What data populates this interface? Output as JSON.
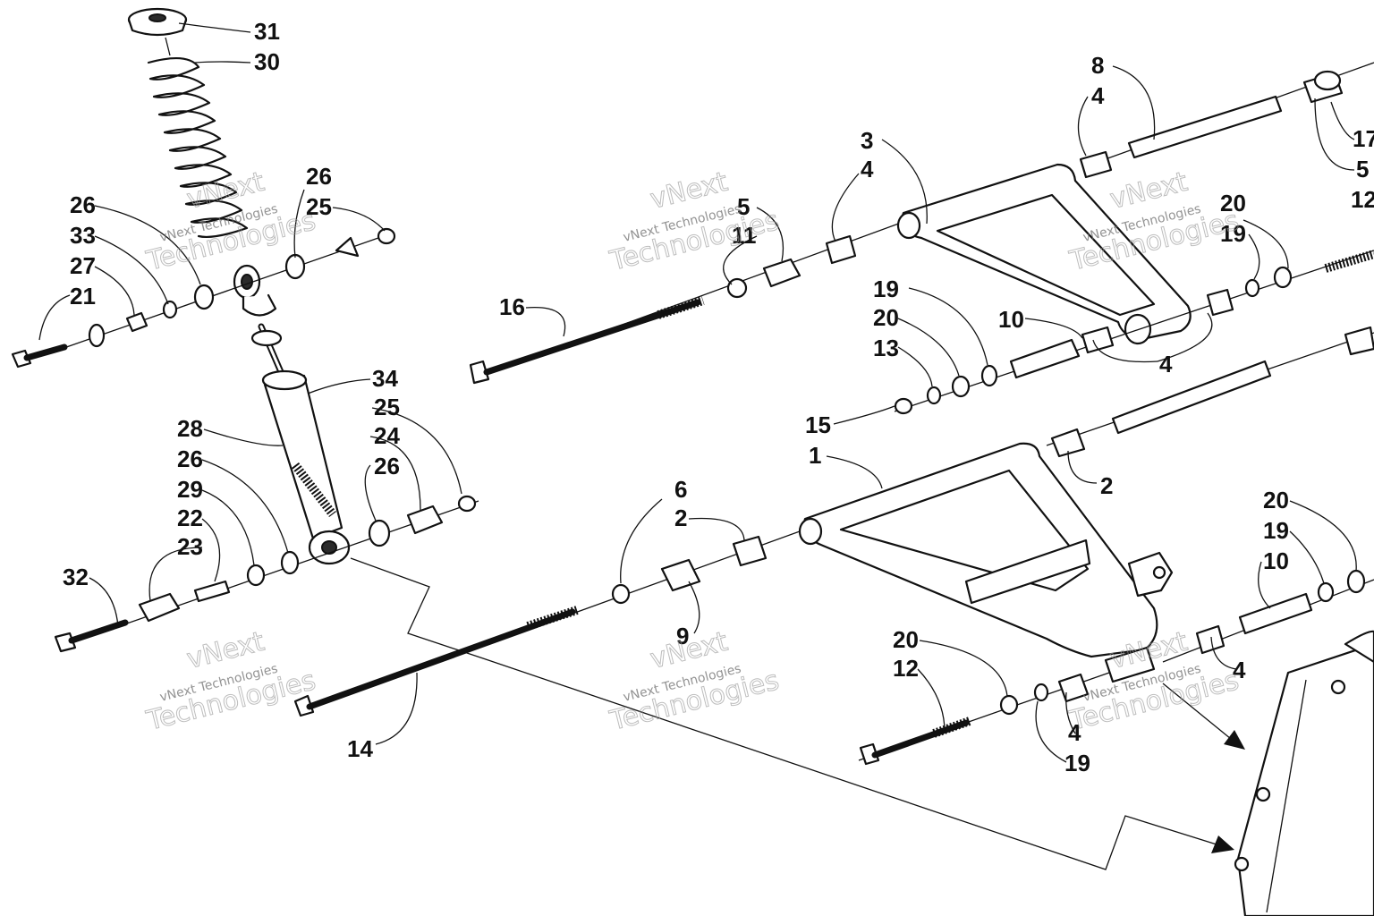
{
  "diagram": {
    "callouts": {
      "c31": "31",
      "c30": "30",
      "c26a": "26",
      "c25a": "25",
      "c26b": "26",
      "c33": "33",
      "c27": "27",
      "c21": "21",
      "c34": "34",
      "c28": "28",
      "c25b": "25",
      "c26c": "26",
      "c24": "24",
      "c26d": "26",
      "c29": "29",
      "c22": "22",
      "c23": "23",
      "c32": "32",
      "c14": "14",
      "c16": "16",
      "c5a": "5",
      "c11": "11",
      "c3": "3",
      "c4a": "4",
      "c8": "8",
      "c4b": "4",
      "c17": "17",
      "c5b": "5",
      "c12a": "12",
      "c20a": "20",
      "c19a": "19",
      "c19b": "19",
      "c20b": "20",
      "c13": "13",
      "c10a": "10",
      "c4c": "4",
      "c15": "15",
      "c1": "1",
      "c2a": "2",
      "c6": "6",
      "c2b": "2",
      "c9": "9",
      "c20c": "20",
      "c19c": "19",
      "c10b": "10",
      "c4d": "4",
      "c20d": "20",
      "c12b": "12",
      "c4e": "4",
      "c19d": "19"
    },
    "watermarks": {
      "company": "vNext",
      "line": "vNext Technologies",
      "big": "Technologies"
    }
  }
}
